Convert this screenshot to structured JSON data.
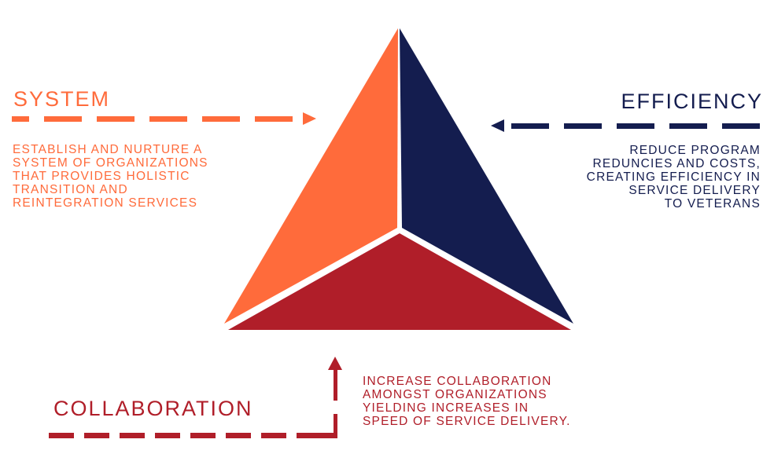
{
  "colors": {
    "system": "#ff6b3b",
    "efficiency": "#141d4f",
    "collaboration": "#b01e29"
  },
  "system": {
    "title": "SYSTEM",
    "lines": [
      "ESTABLISH AND NURTURE A",
      "SYSTEM OF ORGANIZATIONS",
      "THAT PROVIDES HOLISTIC",
      "TRANSITION AND",
      "REINTEGRATION SERVICES"
    ]
  },
  "efficiency": {
    "title": "EFFICIENCY",
    "lines": [
      "REDUCE PROGRAM",
      "REDUNCIES AND COSTS,",
      "CREATING EFFICIENCY IN",
      "SERVICE DELIVERY",
      "TO VETERANS"
    ]
  },
  "collaboration": {
    "title": "COLLABORATION",
    "lines": [
      "INCREASE COLLABORATION",
      "AMONGST ORGANIZATIONS",
      "YIELDING INCREASES IN",
      "SPEED OF SERVICE DELIVERY."
    ]
  }
}
